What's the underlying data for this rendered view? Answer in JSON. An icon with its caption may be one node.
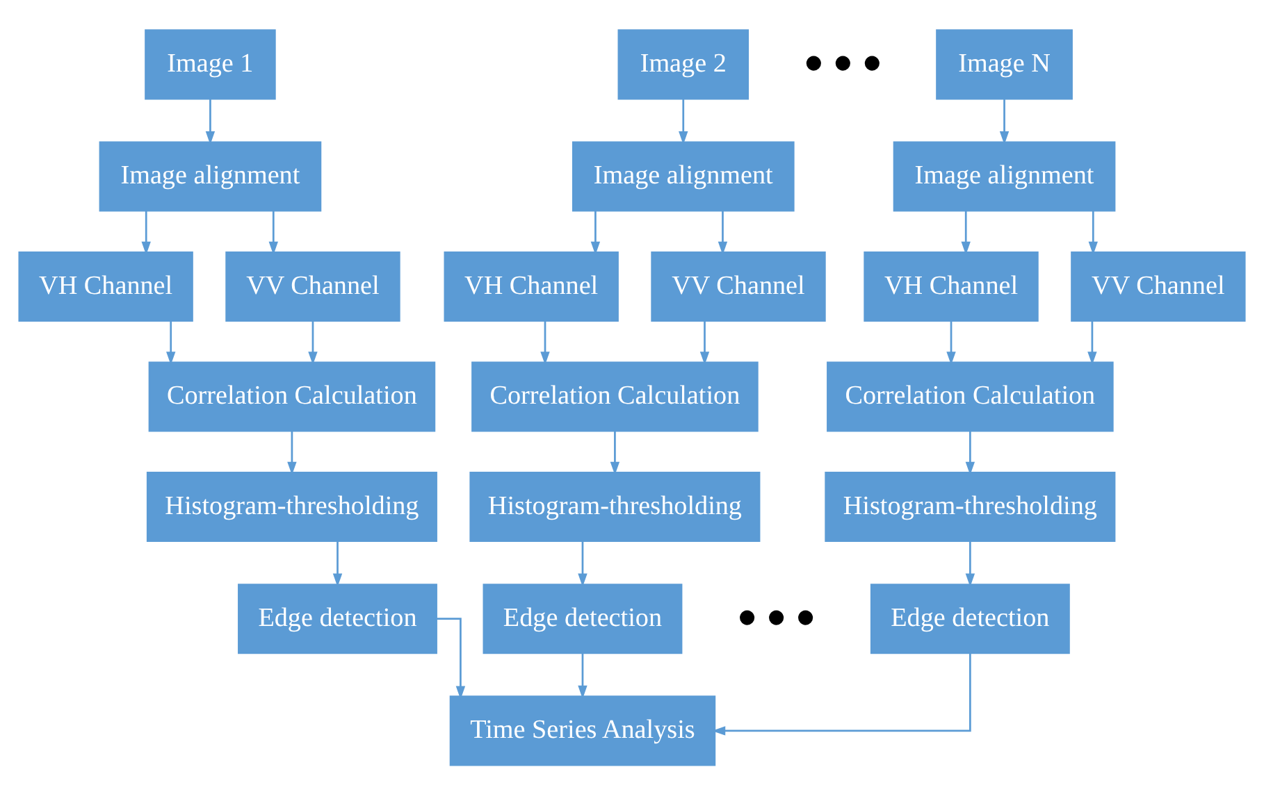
{
  "diagram": {
    "nodes": [
      {
        "text": [
          "Image 1"
        ]
      },
      {
        "text": [
          "Image alignment"
        ]
      },
      {
        "text": [
          "VH Channel"
        ]
      },
      {
        "text": [
          "VV Channel"
        ]
      },
      {
        "text": [
          "Correlation Calculation"
        ]
      },
      {
        "text": [
          "Histogram-thresholding"
        ]
      },
      {
        "text": [
          "Edge detection"
        ]
      },
      {
        "text": [
          "Image 2"
        ]
      },
      {
        "text": [
          "Image alignment"
        ]
      },
      {
        "text": [
          "VH Channel"
        ]
      },
      {
        "text": [
          "VV Channel"
        ]
      },
      {
        "text": [
          "Correlation Calculation"
        ]
      },
      {
        "text": [
          "Histogram-thresholding"
        ]
      },
      {
        "text": [
          "Edge detection"
        ]
      },
      {
        "text": [
          "Image N"
        ]
      },
      {
        "text": [
          "Image alignment"
        ]
      },
      {
        "text": [
          "VH Channel"
        ]
      },
      {
        "text": [
          "VV Channel"
        ]
      },
      {
        "text": [
          "Correlation Calculation"
        ]
      },
      {
        "text": [
          "Histogram-thresholding"
        ]
      },
      {
        "text": [
          "Edge detection"
        ]
      },
      {
        "text": [
          "Time Series Analysis"
        ]
      }
    ],
    "edges": [
      {
        "from": 0,
        "to": 1,
        "arrow": "to"
      },
      {
        "from": 1,
        "to": 2,
        "arrow": "to"
      },
      {
        "from": 1,
        "to": 3,
        "arrow": "to"
      },
      {
        "from": 2,
        "to": 4,
        "arrow": "to"
      },
      {
        "from": 3,
        "to": 4,
        "arrow": "to"
      },
      {
        "from": 4,
        "to": 5,
        "arrow": "to"
      },
      {
        "from": 5,
        "to": 6,
        "arrow": "to"
      },
      {
        "from": 7,
        "to": 8,
        "arrow": "to"
      },
      {
        "from": 8,
        "to": 9,
        "arrow": "to"
      },
      {
        "from": 8,
        "to": 10,
        "arrow": "to"
      },
      {
        "from": 9,
        "to": 11,
        "arrow": "to"
      },
      {
        "from": 10,
        "to": 11,
        "arrow": "to"
      },
      {
        "from": 11,
        "to": 12,
        "arrow": "to"
      },
      {
        "from": 12,
        "to": 13,
        "arrow": "to"
      },
      {
        "from": 14,
        "to": 15,
        "arrow": "to"
      },
      {
        "from": 15,
        "to": 16,
        "arrow": "to"
      },
      {
        "from": 15,
        "to": 17,
        "arrow": "to"
      },
      {
        "from": 16,
        "to": 18,
        "arrow": "to"
      },
      {
        "from": 17,
        "to": 18,
        "arrow": "to"
      },
      {
        "from": 18,
        "to": 19,
        "arrow": "to"
      },
      {
        "from": 19,
        "to": 20,
        "arrow": "to"
      },
      {
        "from": 6,
        "to": 21,
        "arrow": "to"
      },
      {
        "from": 13,
        "to": 21,
        "arrow": "to"
      },
      {
        "from": 20,
        "to": 21,
        "arrow": "to"
      }
    ],
    "labels": [
      "● ● ●",
      "● ● ●"
    ]
  }
}
